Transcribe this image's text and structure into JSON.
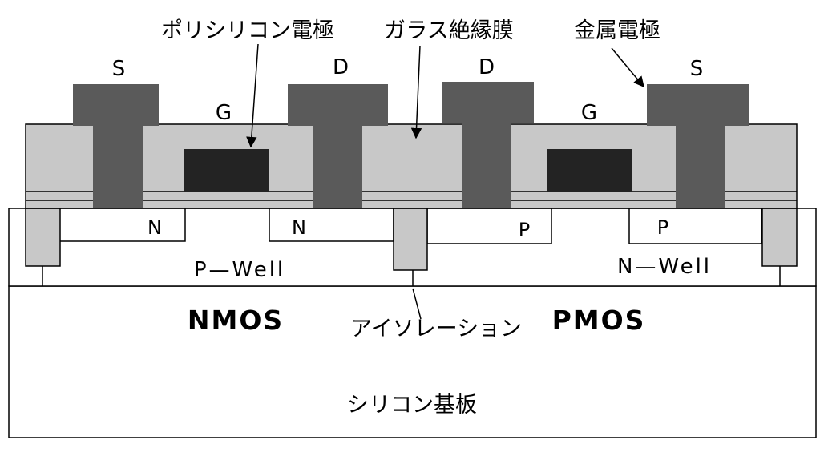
{
  "labels": {
    "polysilicon_electrode": "ポリシリコン電極",
    "glass_insulation_film": "ガラス絶縁膜",
    "metal_electrode": "金属電極",
    "isolation": "アイソレーション",
    "silicon_substrate": "シリコン基板",
    "nmos": "NMOS",
    "pmos": "PMOS",
    "p_well": "P—Well",
    "n_well": "N—Well"
  },
  "terminals": {
    "nmos_source": "S",
    "nmos_gate": "G",
    "nmos_drain": "D",
    "pmos_drain": "D",
    "pmos_gate": "G",
    "pmos_source": "S"
  },
  "doping": {
    "nmos_source_region": "N",
    "nmos_drain_region": "N",
    "pmos_drain_region": "P",
    "pmos_source_region": "P"
  },
  "colors": {
    "metal": "#5a5a5a",
    "polysilicon": "#232323",
    "glass": "#c8c8c8",
    "isolation": "#c8c8c8",
    "substrate": "#ffffff",
    "outline": "#000000"
  }
}
